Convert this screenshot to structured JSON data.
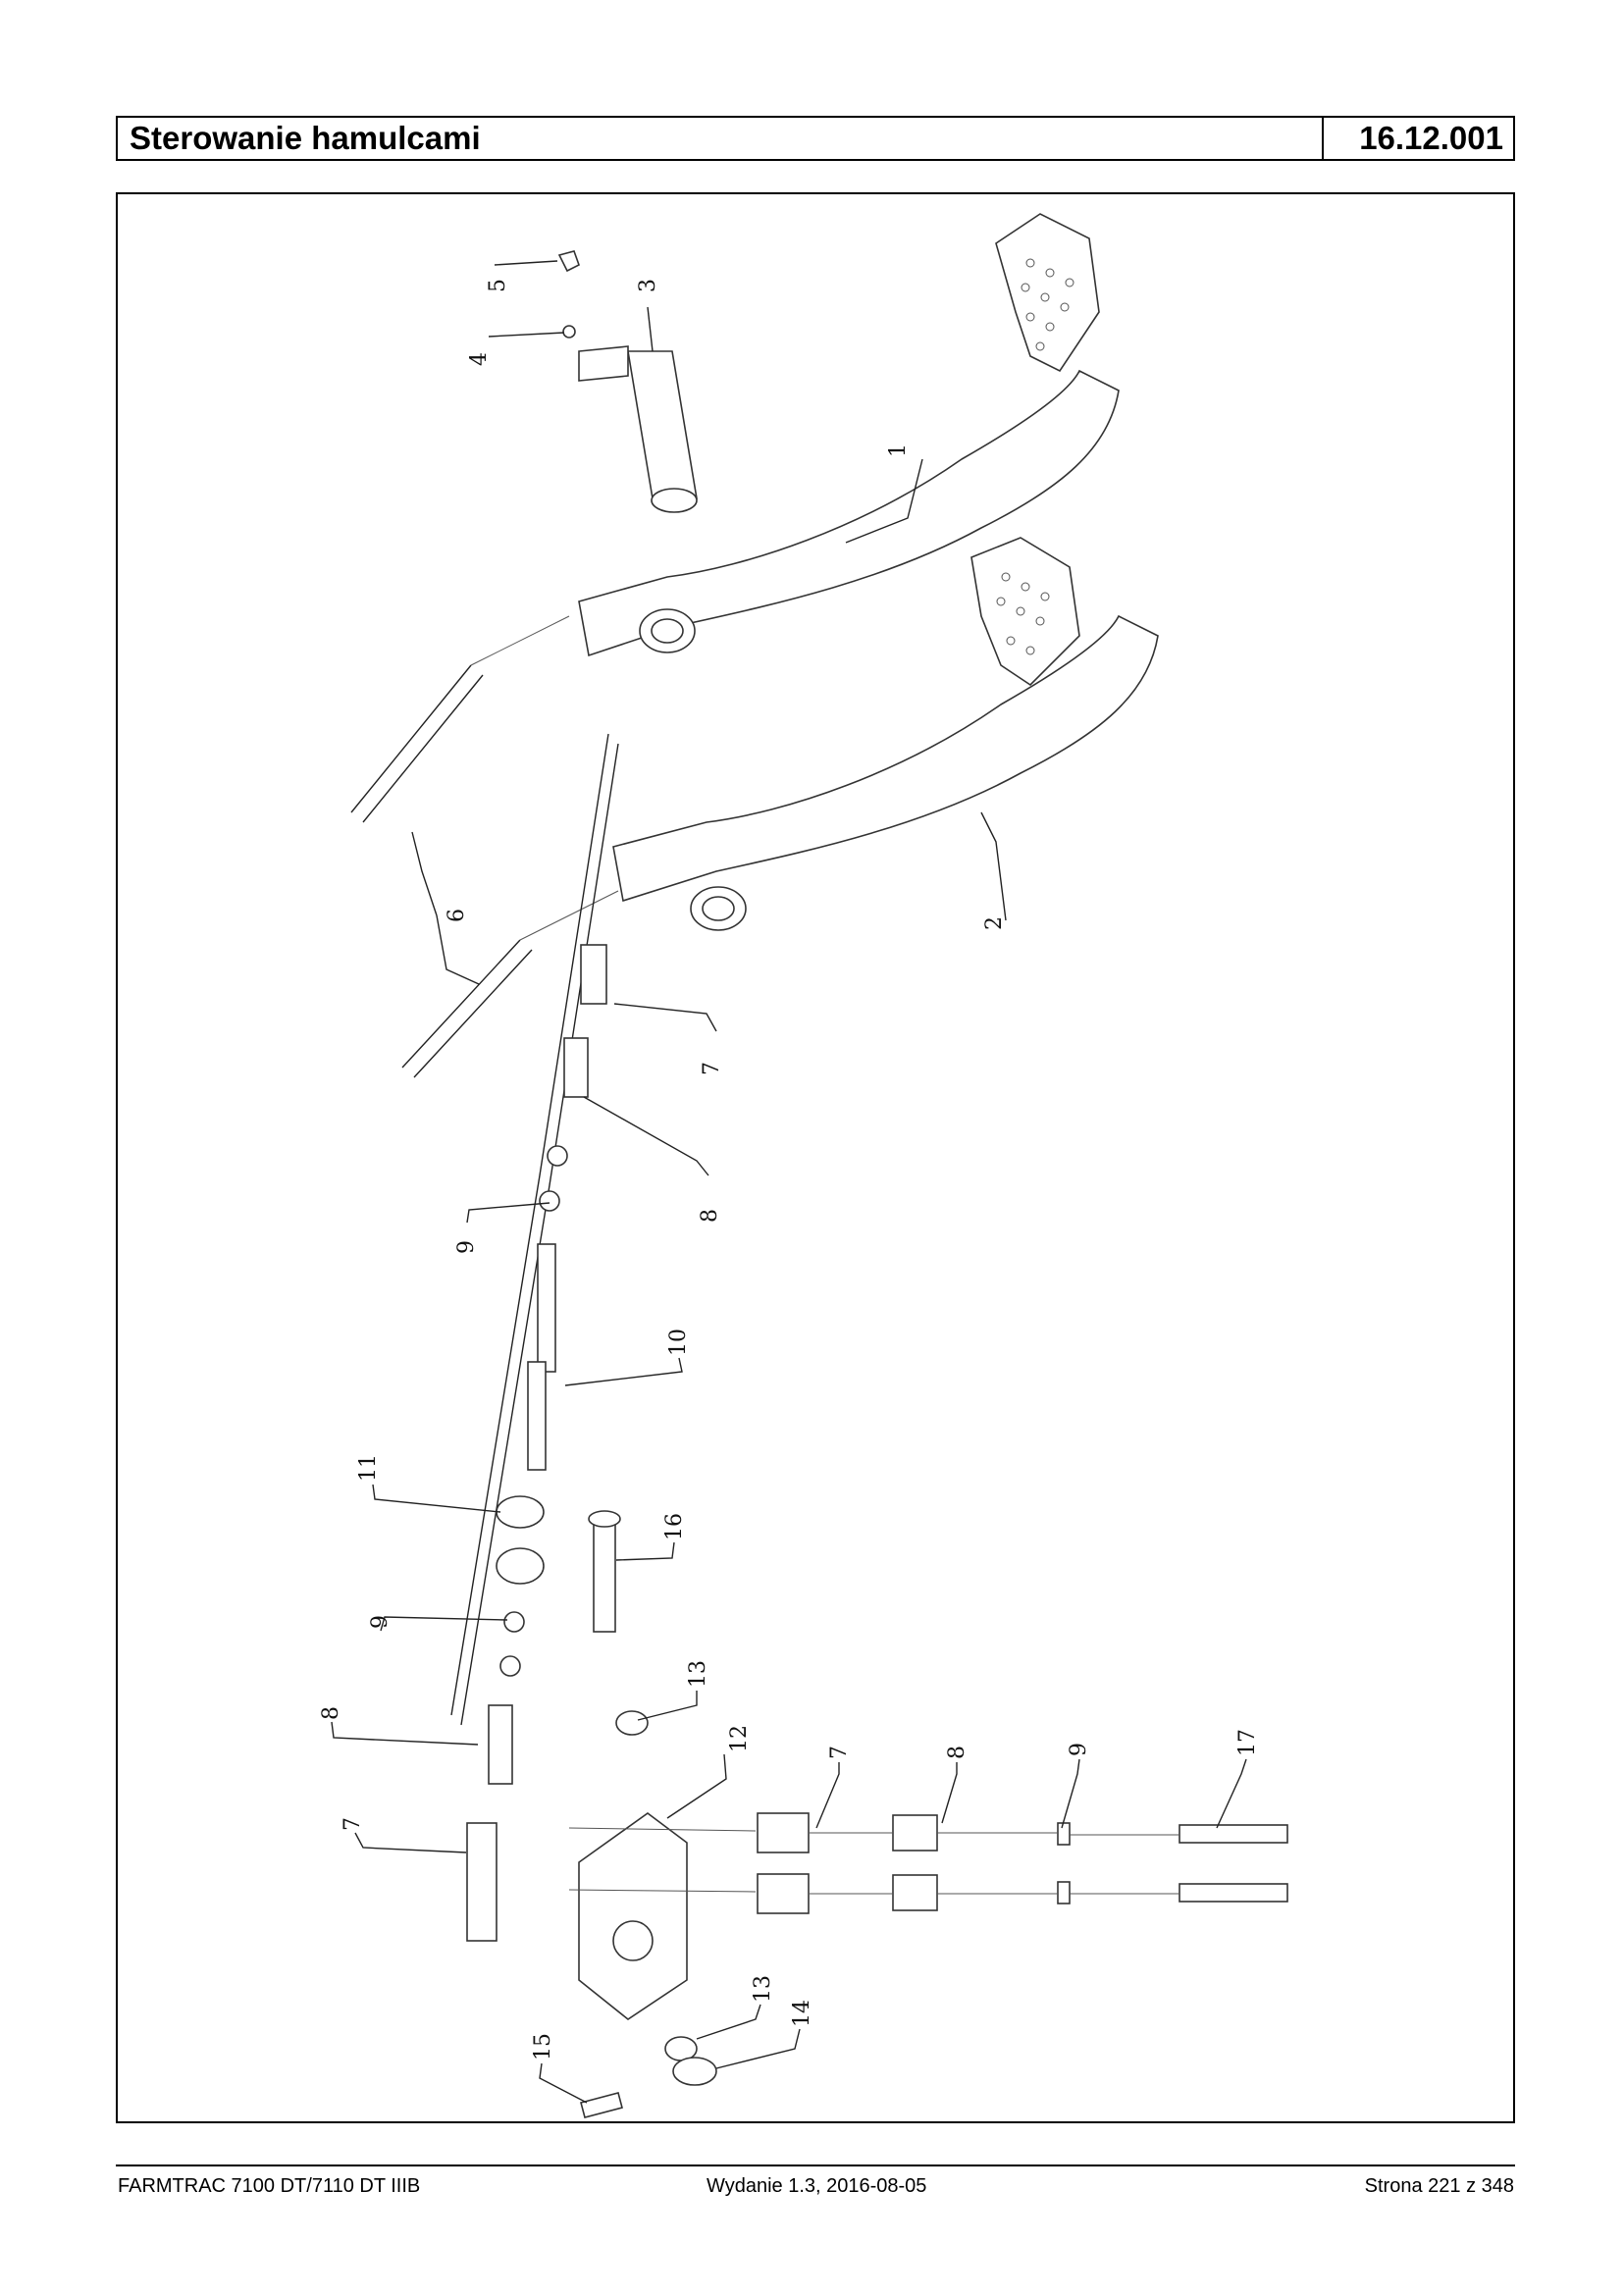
{
  "header": {
    "title": "Sterowanie hamulcami",
    "code": "16.12.001"
  },
  "footer": {
    "model": "FARMTRAC 7100 DT/7110 DT IIIB",
    "edition": "Wydanie 1.3,  2016-08-05",
    "page": "Strona 221 z 348"
  },
  "diagram": {
    "callouts": [
      "1",
      "2",
      "3",
      "4",
      "5",
      "6",
      "7",
      "8",
      "9",
      "10",
      "11",
      "9",
      "8",
      "7",
      "16",
      "13",
      "12",
      "7",
      "8",
      "9",
      "17",
      "13",
      "14",
      "15"
    ]
  }
}
